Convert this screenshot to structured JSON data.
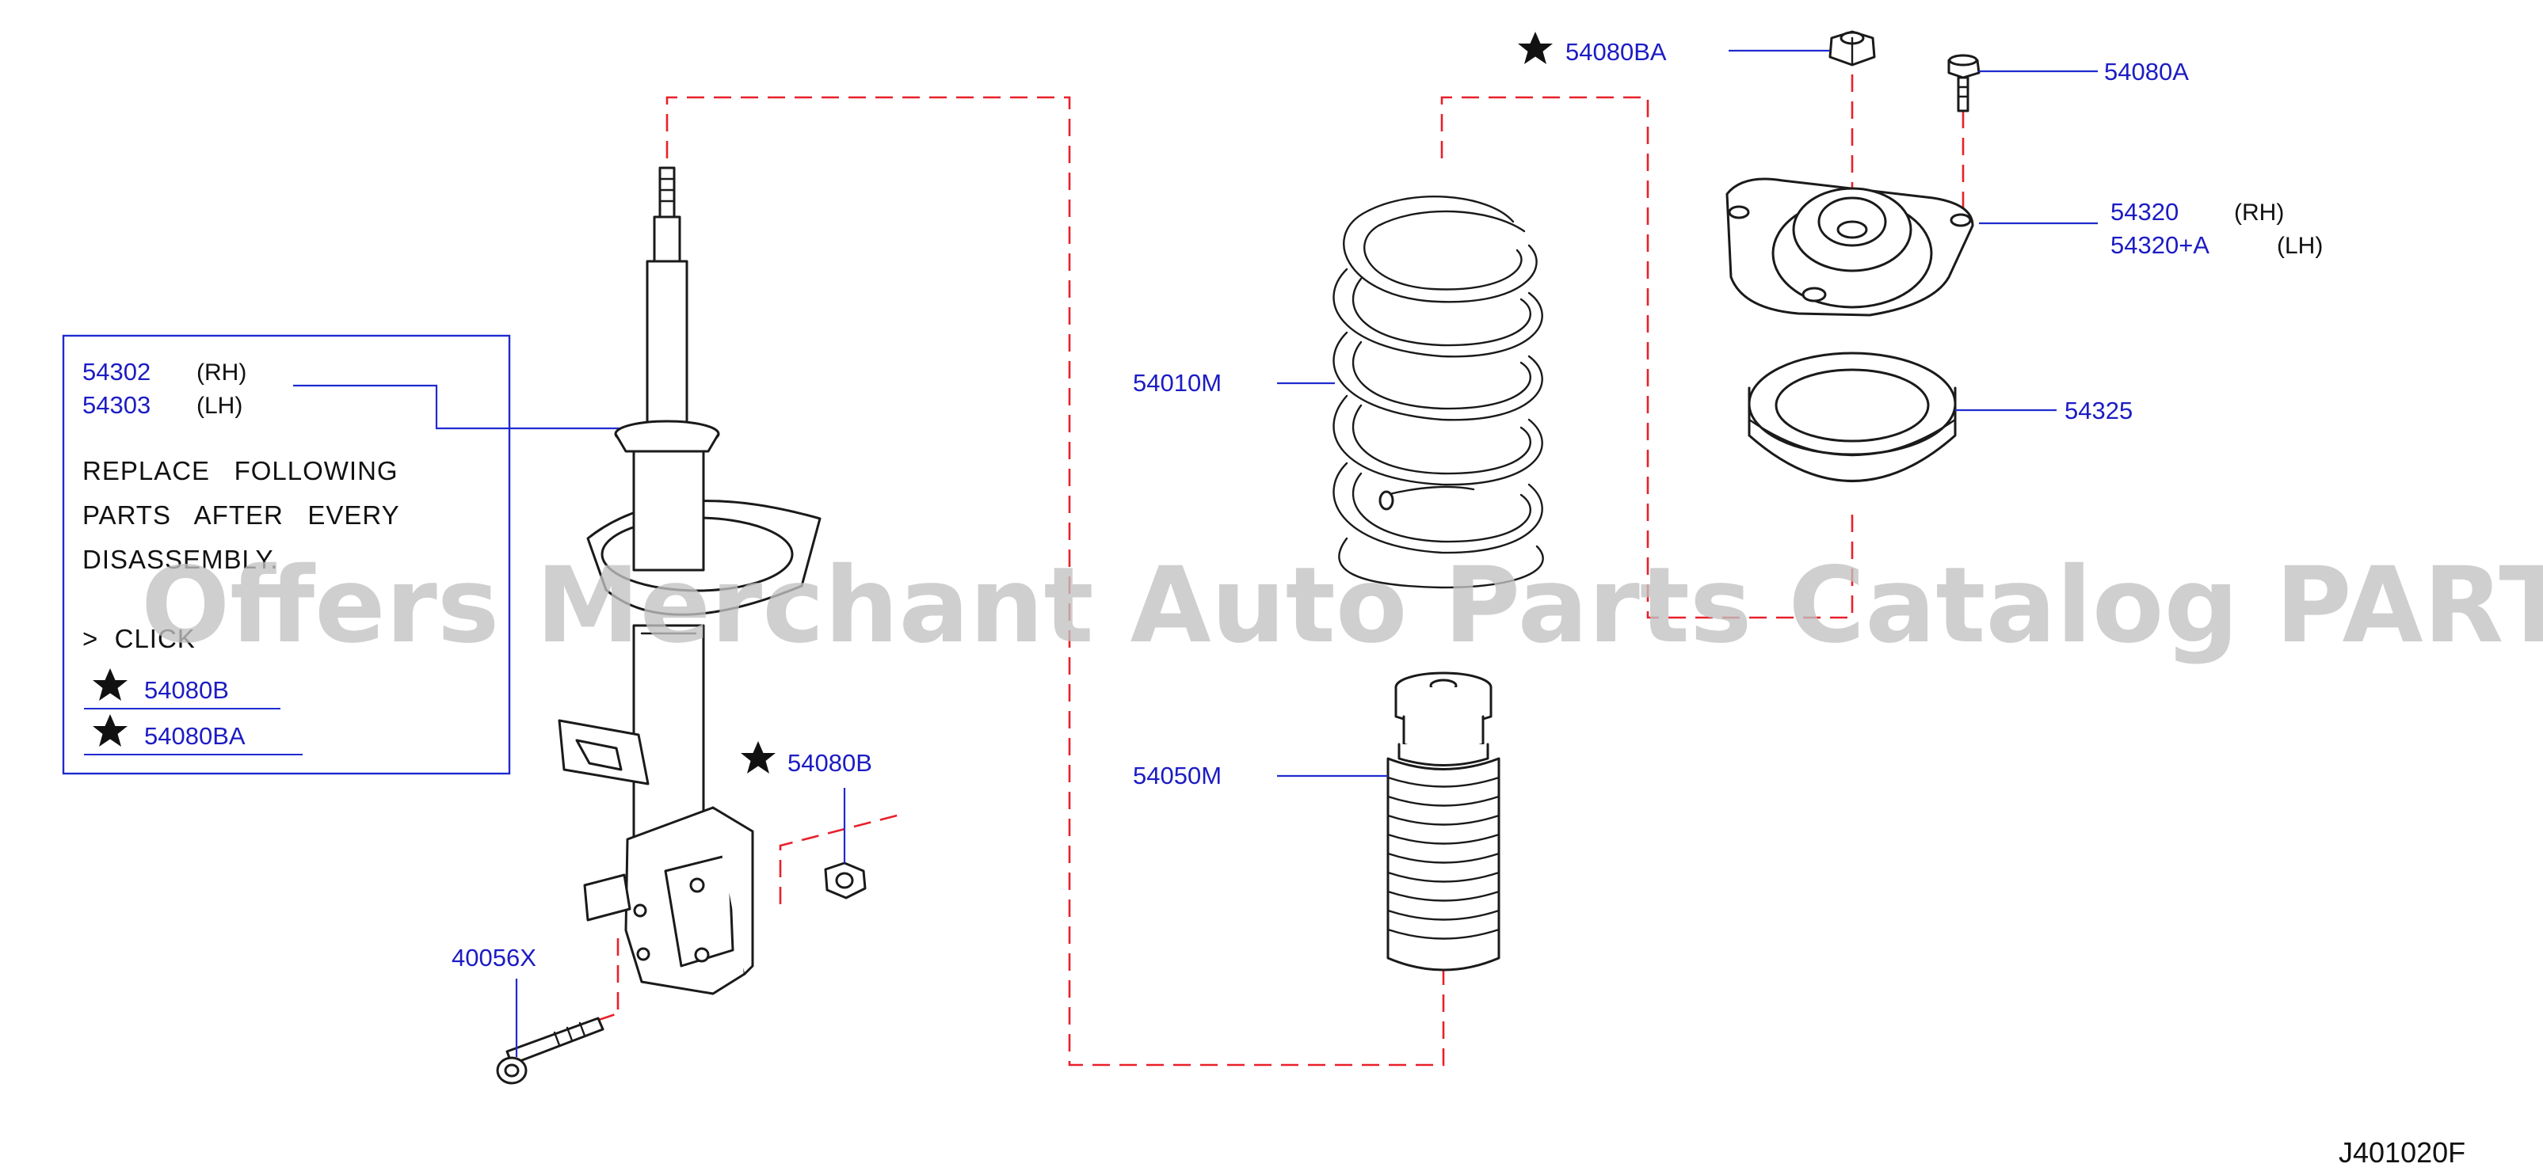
{
  "watermark": "Offers Merchant Auto Parts Catalog PARTSTORE.SA",
  "diagram_code": "J401020F",
  "note_box": {
    "part_rh": "54302",
    "part_rh_side": "(RH)",
    "part_lh": "54303",
    "part_lh_side": "(LH)",
    "note_line1": "REPLACE   FOLLOWING",
    "note_line2": "PARTS   AFTER   EVERY",
    "note_line3": "DISASSEMBLY.",
    "click_label": ">  CLICK",
    "starred_1": "54080B",
    "starred_2": "54080BA"
  },
  "callouts": {
    "nut_top": "54080BA",
    "bolt_top": "54080A",
    "mount_rh": "54320",
    "mount_rh_side": "(RH)",
    "mount_lh": "54320+A",
    "mount_lh_side": "(LH)",
    "bearing": "54325",
    "spring": "54010M",
    "bumper": "54050M",
    "strut_nut": "54080B",
    "strut_bolt": "40056X"
  },
  "icons": {
    "star": "star-icon"
  }
}
